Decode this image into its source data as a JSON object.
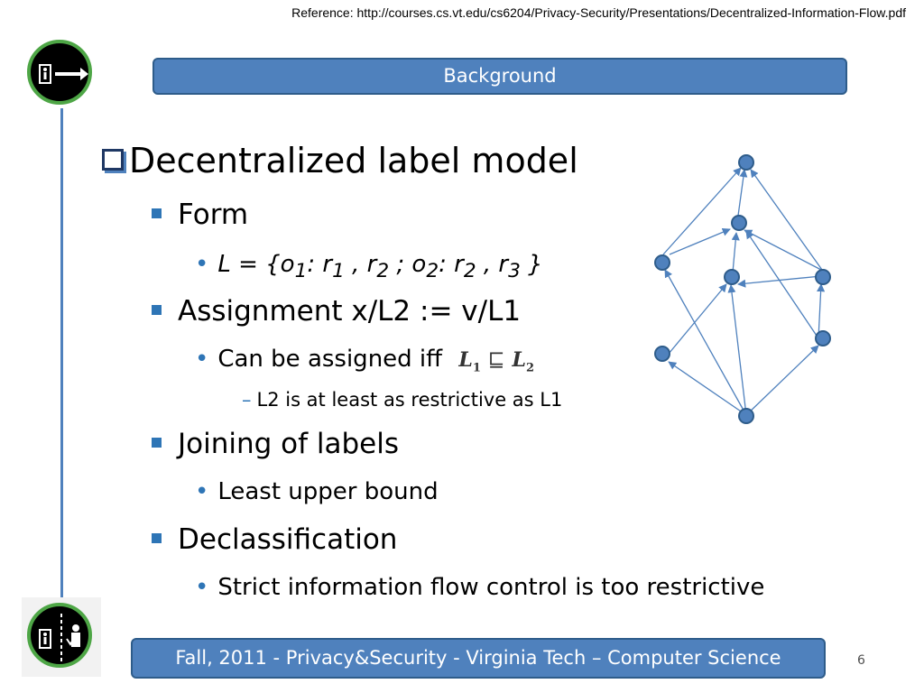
{
  "reference": "Reference: http://courses.cs.vt.edu/cs6204/Privacy-Security/Presentations/Decentralized-Information-Flow.pdf",
  "title": "Background",
  "bullets": {
    "main": "Decentralized label model",
    "form": "Form",
    "form_formula": "L = {o",
    "assignment": "Assignment x/L2 := v/L1",
    "assigned_iff": "Can be assigned iff",
    "restrictive": "L2 is at least as restrictive as L1",
    "joining": "Joining of labels",
    "lub": "Least upper bound",
    "declass": "Declassification",
    "strict": "Strict information flow control is too restrictive"
  },
  "formula": {
    "o1": "1",
    "r1": "1",
    "r2": "2",
    "o2": "2",
    "r3": "3"
  },
  "math": {
    "left": "L",
    "left_sub": "1",
    "op": "⊑",
    "right": "L",
    "right_sub": "2"
  },
  "footer": "Fall, 2011  - Privacy&Security  - Virginia Tech – Computer Science",
  "page_number": "6",
  "colors": {
    "accent": "#4f81bd",
    "bullet": "#2e75b6",
    "icon_ring": "#4ea646"
  }
}
